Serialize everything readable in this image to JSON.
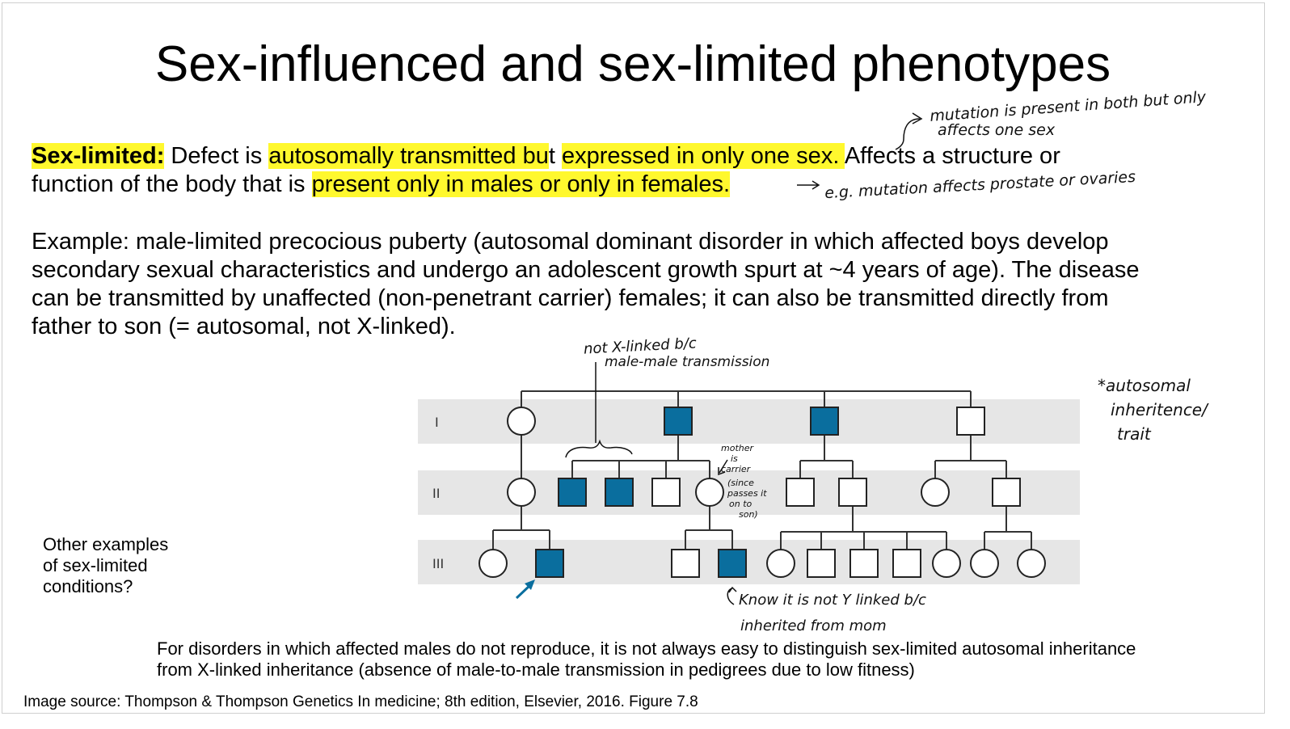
{
  "title": "Sex-influenced and sex-limited phenotypes",
  "sex_limited": {
    "label": "Sex-limited:",
    "t1": " Defect is ",
    "h1": "autosomally transmitted bu",
    "t2": "t ",
    "h2": "expressed in only one sex. ",
    "t3": "Affects a structure or",
    "t4": "function of the body that is ",
    "h3": "present only in males or only in females."
  },
  "example": {
    "line1": "Example: male-limited precocious puberty (autosomal dominant disorder in which affected boys develop",
    "line2": "secondary sexual characteristics and undergo an adolescent growth spurt at ~4 years of age). The disease",
    "line3": "can be transmitted by unaffected (non-penetrant carrier) females; it can also be transmitted directly from",
    "line4": "father to son (= autosomal, not X-linked)."
  },
  "other_examples": {
    "line1": "Other examples",
    "line2": "of sex-limited",
    "line3": "conditions?"
  },
  "footer_note": {
    "line1": "For disorders in which affected males do not reproduce, it is not always easy to distinguish sex-limited autosomal inheritance",
    "line2": "from X-linked inheritance (absence of male-to-male transmission in pedigrees due to low fitness)"
  },
  "source": "Image source: Thompson & Thompson Genetics In medicine; 8th edition, Elsevier, 2016. Figure 7.8",
  "pedigree": {
    "generations": [
      "I",
      "II",
      "III"
    ],
    "affected_color": "#0a6e9e",
    "band_color": "#e6e6e6"
  },
  "handwritten": {
    "n1a": "mutation is present in both but only",
    "n1b": "affects one sex",
    "n2": "e.g. mutation affects prostate or ovaries",
    "n3a": "not X-linked b/c",
    "n3b": "male-male transmission",
    "n4a": "mother",
    "n4b": "is",
    "n4c": "carrier",
    "n4d": "(since",
    "n4e": "passes it",
    "n4f": "on to",
    "n4g": "son)",
    "n5a": "*autosomal",
    "n5b": "inheritence/",
    "n5c": "trait",
    "n6a": "Know it is not Y linked b/c",
    "n6b": "inherited from mom"
  }
}
